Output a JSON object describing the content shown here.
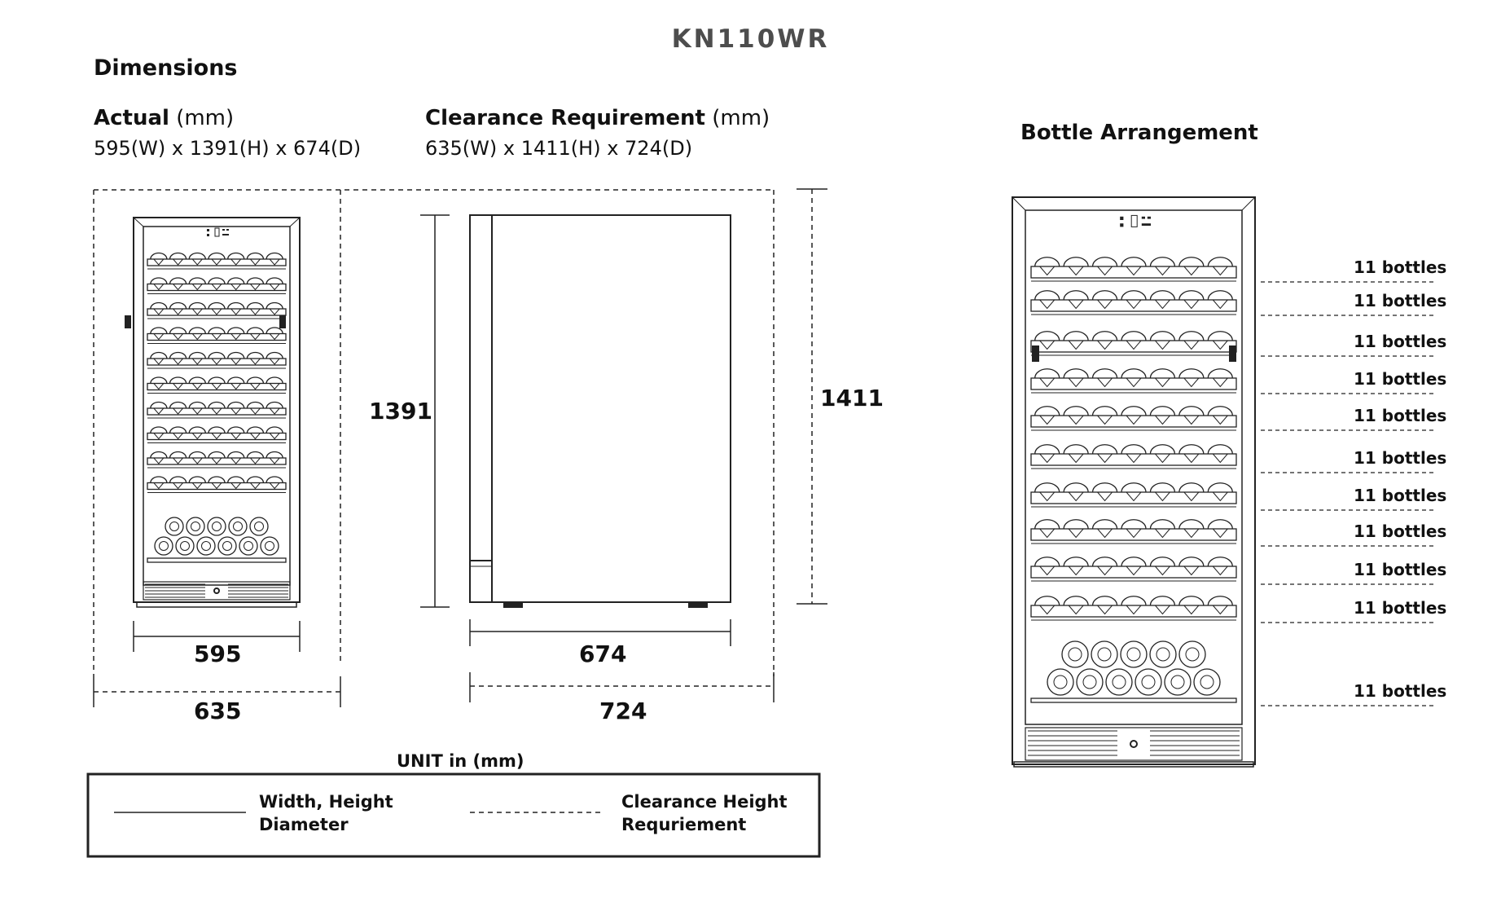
{
  "product_title": "KN110WR",
  "dimensions": {
    "heading": "Dimensions",
    "actual": {
      "label": "Actual",
      "unit": "(mm)",
      "value": "595(W) x 1391(H) x 674(D)"
    },
    "clearance": {
      "label": "Clearance Requirement",
      "unit": "(mm)",
      "value": "635(W) x 1411(H) x 724(D)"
    }
  },
  "drawing": {
    "front_width": "595",
    "clearance_width": "635",
    "side_height": "1391",
    "side_depth": "674",
    "clearance_depth": "724",
    "clearance_height": "1411"
  },
  "unit_note": "UNIT in (mm)",
  "legend": {
    "solid": {
      "line1": "Width, Height",
      "line2": "Diameter"
    },
    "dashed": {
      "line1": "Clearance Height",
      "line2": "Requriement"
    }
  },
  "bottle_arrangement": {
    "heading": "Bottle Arrangement",
    "rows": [
      "11 bottles",
      "11 bottles",
      "11 bottles",
      "11 bottles",
      "11 bottles",
      "11 bottles",
      "11 bottles",
      "11 bottles",
      "11 bottles",
      "11 bottles",
      "11 bottles"
    ]
  },
  "colors": {
    "title_gray": "#4d4d4d",
    "line": "#222222"
  }
}
